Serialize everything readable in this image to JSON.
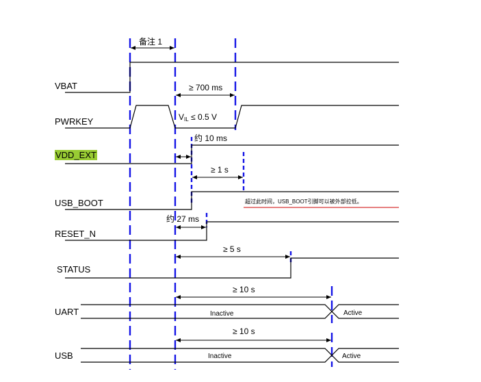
{
  "signals": {
    "vbat": "VBAT",
    "pwrkey": "PWRKEY",
    "vdd_ext": "VDD_EXT",
    "usb_boot": "USB_BOOT",
    "reset_n": "RESET_N",
    "status": "STATUS",
    "uart": "UART",
    "usb": "USB"
  },
  "timing": {
    "note1": "备注 1",
    "t700": "≥ 700 ms",
    "vil_v": "V",
    "vil_sub": "IL",
    "vil_rest": " ≤ 0.5 V",
    "t10": "约 10 ms",
    "t1s": "≥ 1 s",
    "t27": "约 27 ms",
    "t5s": "≥ 5 s",
    "t10s_uart": "≥ 10 s",
    "t10s_usb": "≥ 10 s"
  },
  "states": {
    "uart_inactive": "Inactive",
    "uart_active": "Active",
    "usb_inactive": "Inactive",
    "usb_active": "Active"
  },
  "annotation": {
    "usb_boot_note": "超过此时间，USB_BOOT引脚可以被外部拉低。"
  },
  "colors": {
    "guide": "#1414e6",
    "vdd_ext_highlight": "#99cc33",
    "note_underline": "#cc0000"
  }
}
